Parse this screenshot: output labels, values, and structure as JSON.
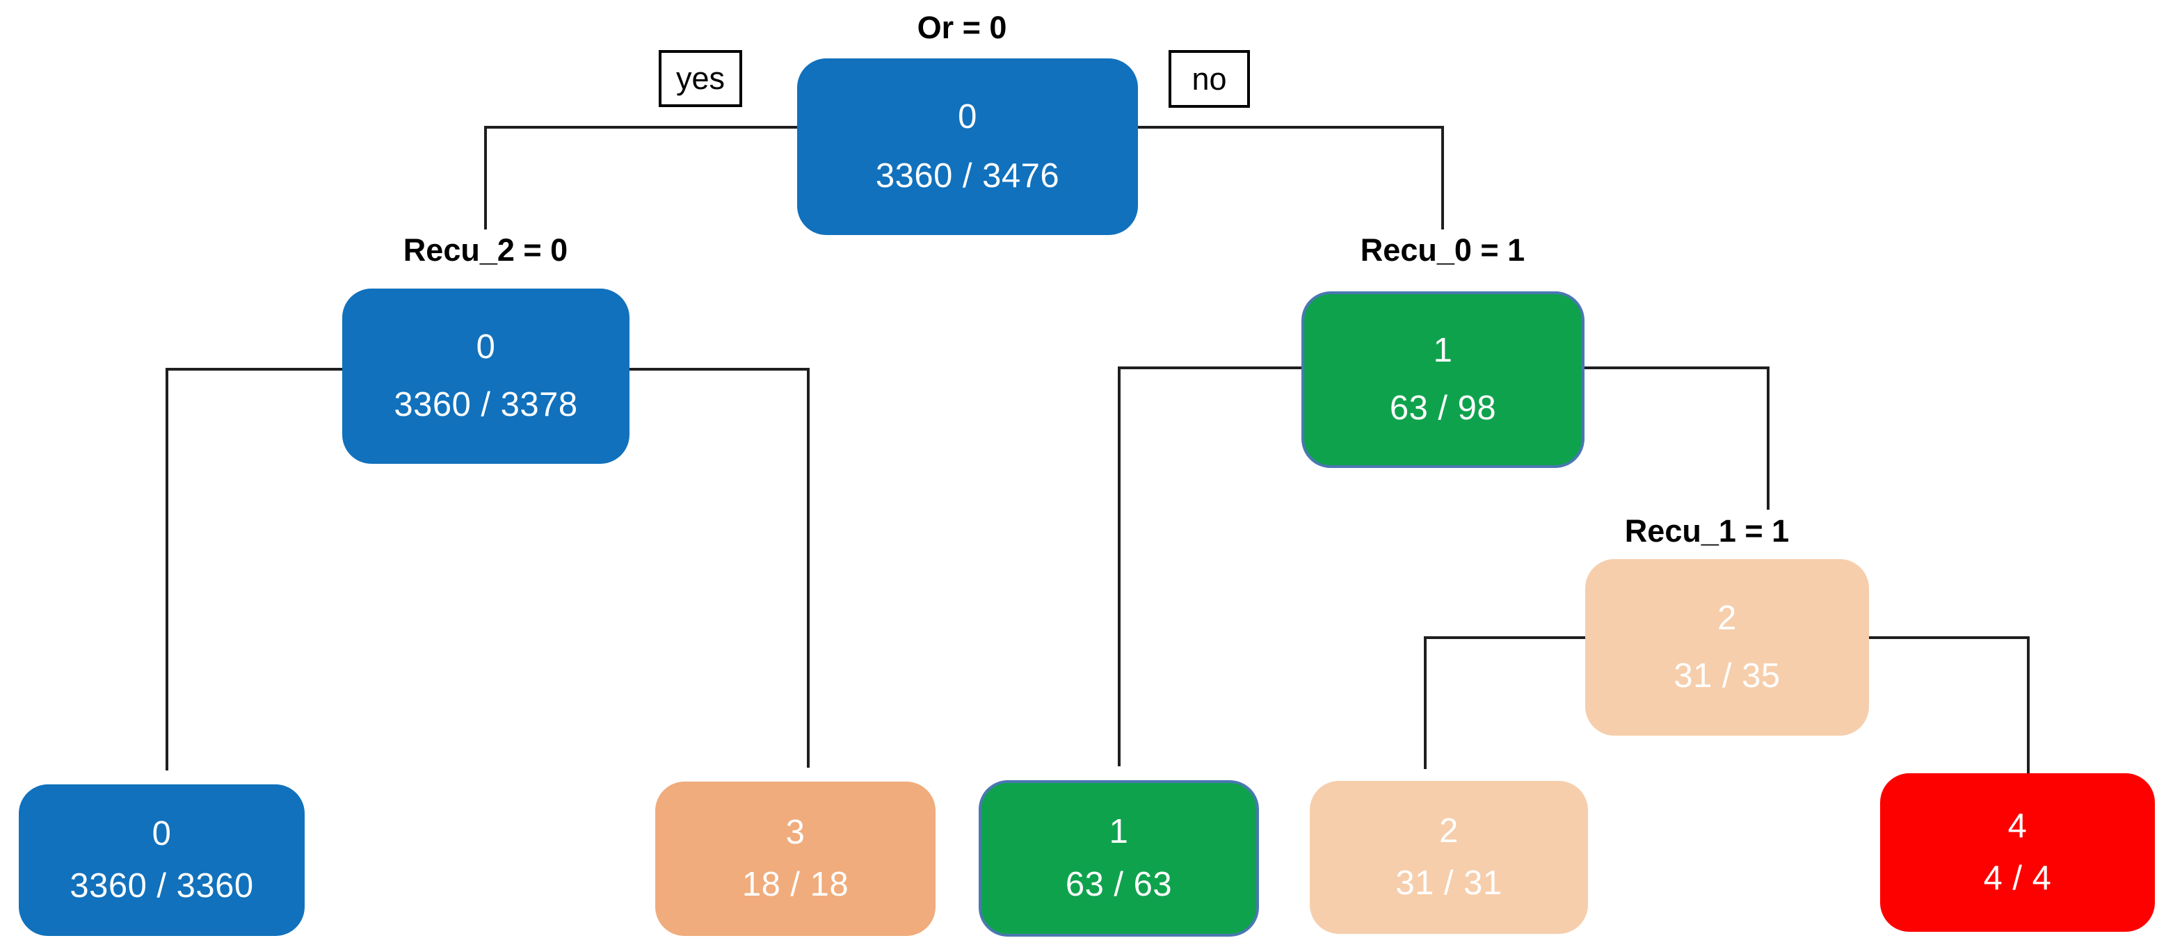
{
  "diagram": {
    "type": "decision-tree",
    "background": "#ffffff",
    "line_color": "#1f1f1f",
    "edge_labels": {
      "yes": "yes",
      "no": "no"
    },
    "nodes": [
      {
        "id": "root",
        "split": "Or = 0",
        "class_label": "0",
        "counts": "3360 / 3476",
        "fill": "#1171BC",
        "border": "#1171BC",
        "text_color": "#FFFFFF"
      },
      {
        "id": "left",
        "split": "Recu_2 = 0",
        "class_label": "0",
        "counts": "3360 / 3378",
        "fill": "#1171BC",
        "border": "#1171BC",
        "text_color": "#FFFFFF"
      },
      {
        "id": "right",
        "split": "Recu_0 = 1",
        "class_label": "1",
        "counts": "63 / 98",
        "fill": "#0FA24D",
        "border": "#4A77B2",
        "text_color": "#FFFFFF"
      },
      {
        "id": "right-right",
        "split": "Recu_1 = 1",
        "class_label": "2",
        "counts": "31 / 35",
        "fill": "#F6CEAC",
        "border": "#F6CEAC",
        "text_color": "#FFFFFF"
      },
      {
        "id": "leaf-ll",
        "class_label": "0",
        "counts": "3360 / 3360",
        "fill": "#1171BC",
        "border": "#1171BC",
        "text_color": "#FFFFFF"
      },
      {
        "id": "leaf-lr",
        "class_label": "3",
        "counts": "18 / 18",
        "fill": "#F0AC7C",
        "border": "#F0AC7C",
        "text_color": "#FFFFFF"
      },
      {
        "id": "leaf-rl",
        "class_label": "1",
        "counts": "63 / 63",
        "fill": "#0FA24D",
        "border": "#4A77B2",
        "text_color": "#FFFFFF"
      },
      {
        "id": "leaf-rrl",
        "class_label": "2",
        "counts": "31 / 31",
        "fill": "#F6CEAC",
        "border": "#F6CEAC",
        "text_color": "#FFFFFF"
      },
      {
        "id": "leaf-rrr",
        "class_label": "4",
        "counts": "4 / 4",
        "fill": "#FD0000",
        "border": "#FD0000",
        "text_color": "#FFFFFF"
      }
    ]
  }
}
